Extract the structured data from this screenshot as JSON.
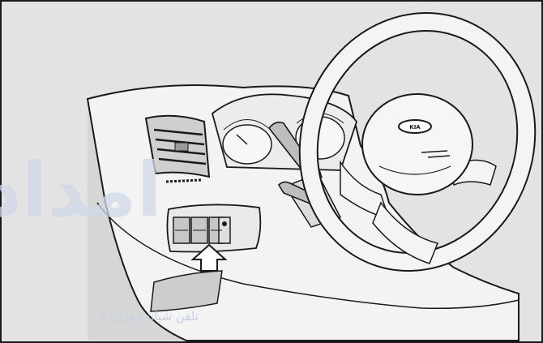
{
  "illustration": {
    "subject": "car-dashboard-with-steering-wheel",
    "marker": "up-arrow-pointing-at-switch-panel",
    "colors": {
      "background": "#e3e3e3",
      "line": "#1a1a1a",
      "dash_light": "#f2f2f2",
      "dash_shade": "#d0d0d0",
      "watermark": "#cfd9e8"
    }
  },
  "watermark": {
    "main_text": "امداد خو",
    "phone_text": "تلفن شبانه روزی: ۵"
  },
  "badge": {
    "brand": "KIA"
  }
}
